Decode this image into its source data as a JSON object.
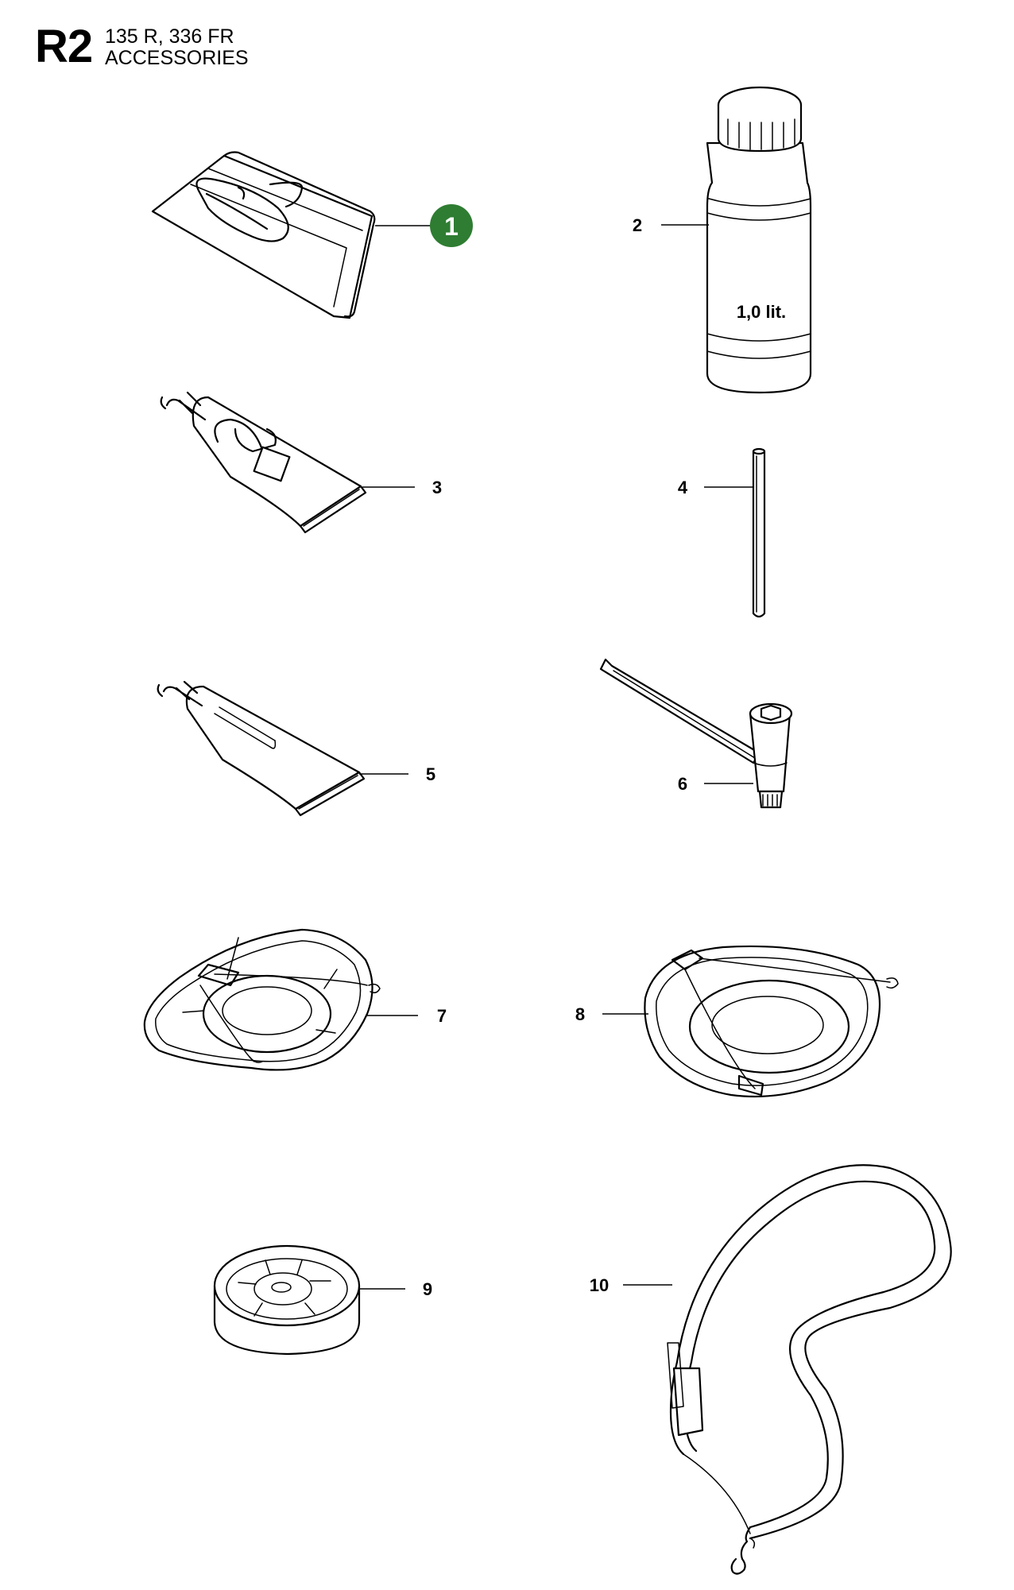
{
  "header": {
    "code": "R2",
    "models": "135 R, 336 FR",
    "section": "ACCESSORIES"
  },
  "callouts": [
    {
      "id": "1",
      "highlighted": true
    },
    {
      "id": "2"
    },
    {
      "id": "3"
    },
    {
      "id": "4"
    },
    {
      "id": "5"
    },
    {
      "id": "6"
    },
    {
      "id": "7"
    },
    {
      "id": "8"
    },
    {
      "id": "9"
    },
    {
      "id": "10"
    }
  ],
  "bottle_label": "1,0 lit.",
  "colors": {
    "highlight": "#2e7d32",
    "line": "#000000",
    "background": "#ffffff"
  }
}
